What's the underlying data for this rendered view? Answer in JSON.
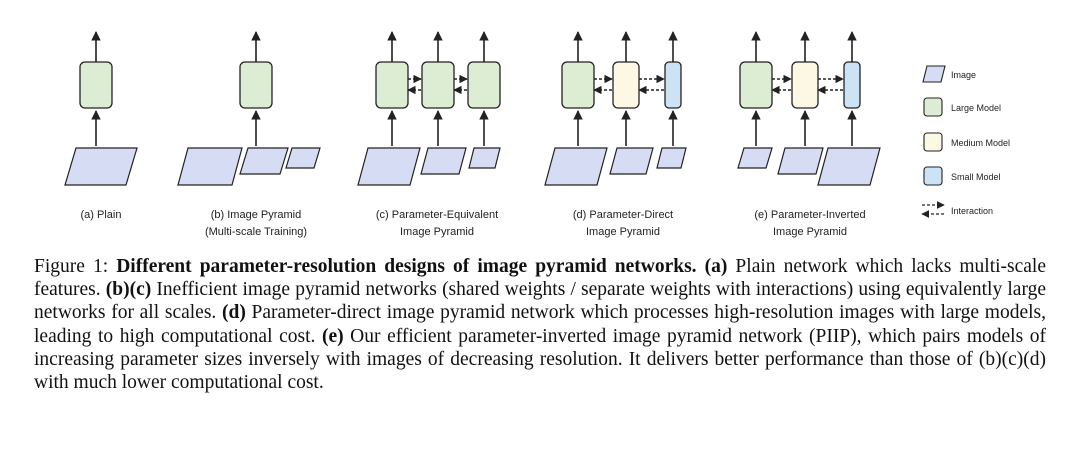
{
  "colors": {
    "image": "#d7dcf5",
    "large_model": "#dcedd3",
    "medium_model": "#fdf8e3",
    "small_model": "#cce3f6",
    "stroke": "#222222"
  },
  "panels": [
    {
      "id": "a",
      "label_lines": [
        "(a) Plain"
      ]
    },
    {
      "id": "b",
      "label_lines": [
        "(b) Image Pyramid",
        "(Multi-scale Training)"
      ]
    },
    {
      "id": "c",
      "label_lines": [
        "(c) Parameter-Equivalent",
        "Image Pyramid"
      ]
    },
    {
      "id": "d",
      "label_lines": [
        "(d) Parameter-Direct",
        "Image Pyramid"
      ]
    },
    {
      "id": "e",
      "label_lines": [
        "(e) Parameter-Inverted",
        "Image Pyramid"
      ]
    }
  ],
  "legend": {
    "image": "Image",
    "large_model": "Large Model",
    "medium_model": "Medium Model",
    "small_model": "Small Model",
    "interaction": "Interaction"
  },
  "caption": {
    "prefix": "Figure 1: ",
    "title": "Different parameter-resolution designs of image pyramid networks.",
    "a_tag": "(a)",
    "a_text": " Plain network which lacks multi-scale features. ",
    "bc_tag": "(b)(c)",
    "bc_text": " Inefficient image pyramid networks (shared weights / separate weights with interactions) using equivalently large networks for all scales. ",
    "d_tag": "(d)",
    "d_text": " Parameter-direct image pyramid network which processes high-resolution images with large models, leading to high computational cost. ",
    "e_tag": "(e)",
    "e_text": " Our efficient parameter-inverted image pyramid network (PIIP), which pairs models of increasing parameter sizes inversely with images of decreasing resolution. It delivers better performance than those of (b)(c)(d) with much lower computational cost."
  }
}
